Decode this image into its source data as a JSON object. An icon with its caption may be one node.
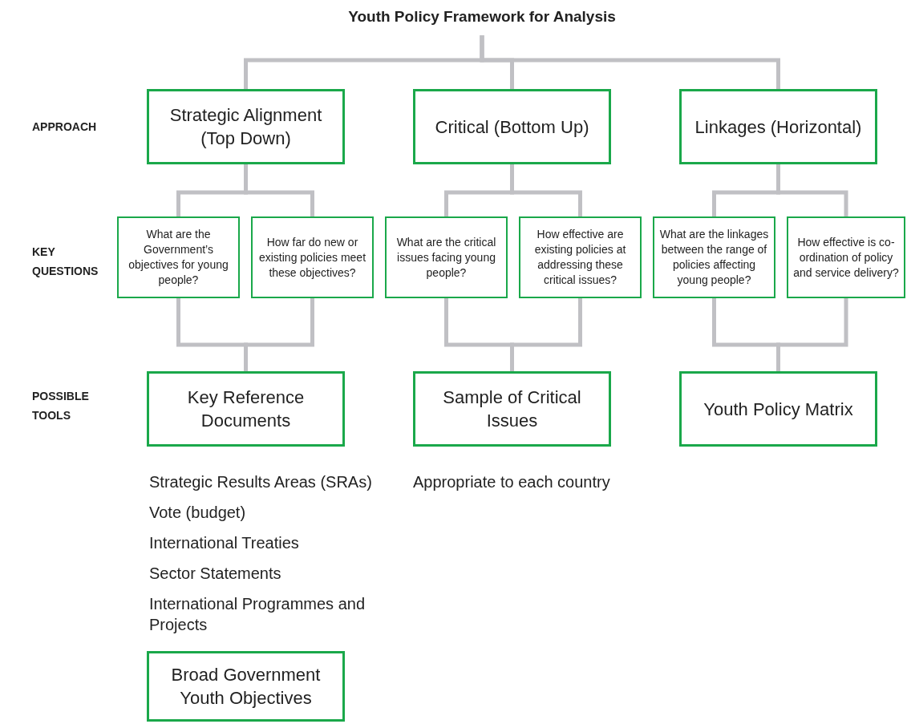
{
  "diagram": {
    "nodes": [
      {
        "text": [
          "Youth Policy Framework for Analysis"
        ]
      },
      {
        "text": [
          "Strategic Alignment (Top Down)"
        ]
      },
      {
        "text": [
          "Critical (Bottom Up)"
        ]
      },
      {
        "text": [
          "Linkages (Horizontal)"
        ]
      },
      {
        "text": [
          "What are the Government’s objectives for young people?"
        ]
      },
      {
        "text": [
          "How far do new or existing policies meet these objectives?"
        ]
      },
      {
        "text": [
          "What are the critical issues facing young people?"
        ]
      },
      {
        "text": [
          "How effective are existing policies at addressing these critical issues?"
        ]
      },
      {
        "text": [
          "What are the linkages between the range of policies affecting young people?"
        ]
      },
      {
        "text": [
          "How effective is co-ordination of policy and service delivery?"
        ]
      },
      {
        "text": [
          "Key Reference Documents"
        ]
      },
      {
        "text": [
          "Sample of Critical Issues"
        ]
      },
      {
        "text": [
          "Youth Policy Matrix"
        ]
      },
      {
        "text": [
          "Broad Government Youth Objectives"
        ]
      }
    ],
    "edges": [
      {
        "from": 0,
        "to": 1,
        "arrow": "none"
      },
      {
        "from": 0,
        "to": 2,
        "arrow": "none"
      },
      {
        "from": 0,
        "to": 3,
        "arrow": "none"
      },
      {
        "from": 1,
        "to": 4,
        "arrow": "none"
      },
      {
        "from": 1,
        "to": 5,
        "arrow": "none"
      },
      {
        "from": 2,
        "to": 6,
        "arrow": "none"
      },
      {
        "from": 2,
        "to": 7,
        "arrow": "none"
      },
      {
        "from": 3,
        "to": 8,
        "arrow": "none"
      },
      {
        "from": 3,
        "to": 9,
        "arrow": "none"
      },
      {
        "from": 4,
        "to": 10,
        "arrow": "none"
      },
      {
        "from": 5,
        "to": 10,
        "arrow": "none"
      },
      {
        "from": 6,
        "to": 11,
        "arrow": "none"
      },
      {
        "from": 7,
        "to": 11,
        "arrow": "none"
      },
      {
        "from": 8,
        "to": 12,
        "arrow": "none"
      },
      {
        "from": 9,
        "to": 12,
        "arrow": "none"
      }
    ],
    "labels": [
      "APPROACH",
      "KEY QUESTIONS",
      "POSSIBLE TOOLS",
      "Strategic Results Areas (SRAs)",
      "Vote (budget)",
      "International Treaties",
      "Sector Statements",
      "International Programmes and Projects",
      "Appropriate to each country"
    ]
  }
}
